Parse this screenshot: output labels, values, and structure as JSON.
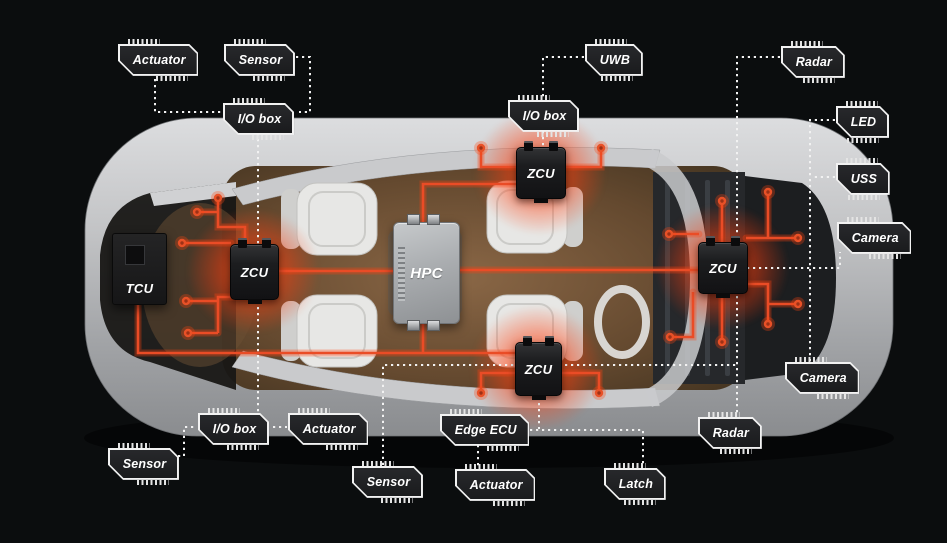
{
  "colors": {
    "accent_orange": "#ea4c26",
    "glow_orange": "#ff4a1e",
    "dotted_line": "#f2f2f2",
    "chip_background": "#1e1f21",
    "chip_border": "#f2f2f2",
    "background_teal": "#2c3a40"
  },
  "core_components": {
    "hpc": {
      "label": "HPC"
    },
    "tcu": {
      "label": "TCU"
    },
    "zcus": [
      {
        "id": "zcu-left",
        "label": "ZCU"
      },
      {
        "id": "zcu-top",
        "label": "ZCU"
      },
      {
        "id": "zcu-right",
        "label": "ZCU"
      },
      {
        "id": "zcu-bottom",
        "label": "ZCU"
      }
    ]
  },
  "peripherals": [
    {
      "id": "actuator-top-left",
      "label": "Actuator"
    },
    {
      "id": "sensor-top-left",
      "label": "Sensor"
    },
    {
      "id": "io-box-top-left",
      "label": "I/O box"
    },
    {
      "id": "uwb",
      "label": "UWB"
    },
    {
      "id": "io-box-top-center",
      "label": "I/O box"
    },
    {
      "id": "radar-top-right",
      "label": "Radar"
    },
    {
      "id": "led",
      "label": "LED"
    },
    {
      "id": "uss",
      "label": "USS"
    },
    {
      "id": "camera-right",
      "label": "Camera"
    },
    {
      "id": "camera-bottom-right",
      "label": "Camera"
    },
    {
      "id": "radar-bottom-right",
      "label": "Radar"
    },
    {
      "id": "latch",
      "label": "Latch"
    },
    {
      "id": "actuator-bottom-center",
      "label": "Actuator"
    },
    {
      "id": "sensor-bottom-center",
      "label": "Sensor"
    },
    {
      "id": "edge-ecu",
      "label": "Edge ECU"
    },
    {
      "id": "actuator-bottom-left",
      "label": "Actuator"
    },
    {
      "id": "io-box-bottom-left",
      "label": "I/O box"
    },
    {
      "id": "sensor-far-bottom-left",
      "label": "Sensor"
    }
  ]
}
